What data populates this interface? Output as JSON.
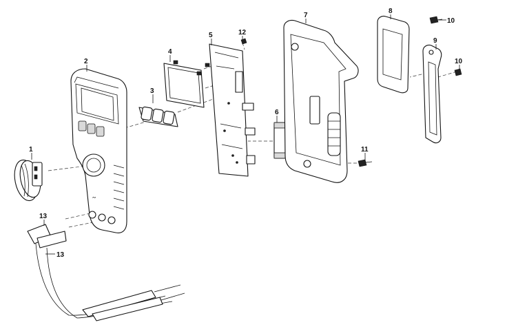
{
  "callouts": {
    "c1": "1",
    "c2": "2",
    "c3": "3",
    "c4": "4",
    "c5": "5",
    "c6": "6",
    "c7": "7",
    "c8": "8",
    "c9": "9",
    "c10a": "10",
    "c10b": "10",
    "c11": "11",
    "c12": "12",
    "c13a": "13",
    "c13b": "13"
  }
}
